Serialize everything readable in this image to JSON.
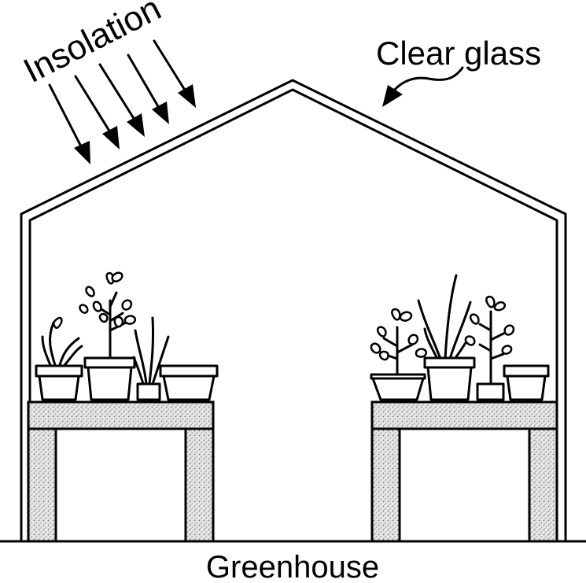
{
  "labels": {
    "insolation": "Insolation",
    "clear_glass": "Clear glass",
    "caption": "Greenhouse"
  },
  "colors": {
    "line": "#000000",
    "background": "#ffffff",
    "stipple": "#9a9a9a"
  }
}
